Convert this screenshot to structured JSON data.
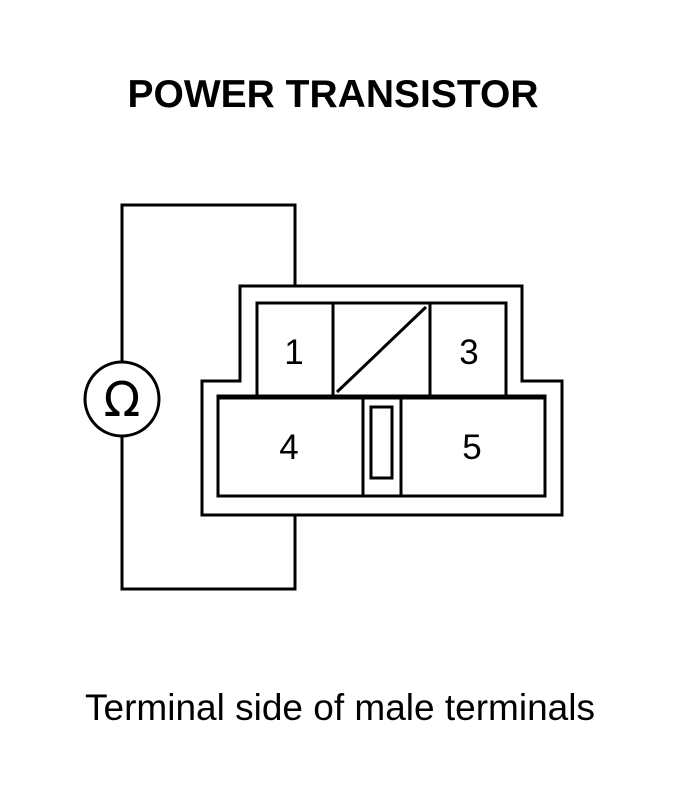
{
  "title": "POWER TRANSISTOR",
  "caption": "Terminal side of male terminals",
  "meter_symbol": "Ω",
  "terminals": [
    "1",
    "3",
    "4",
    "5"
  ]
}
